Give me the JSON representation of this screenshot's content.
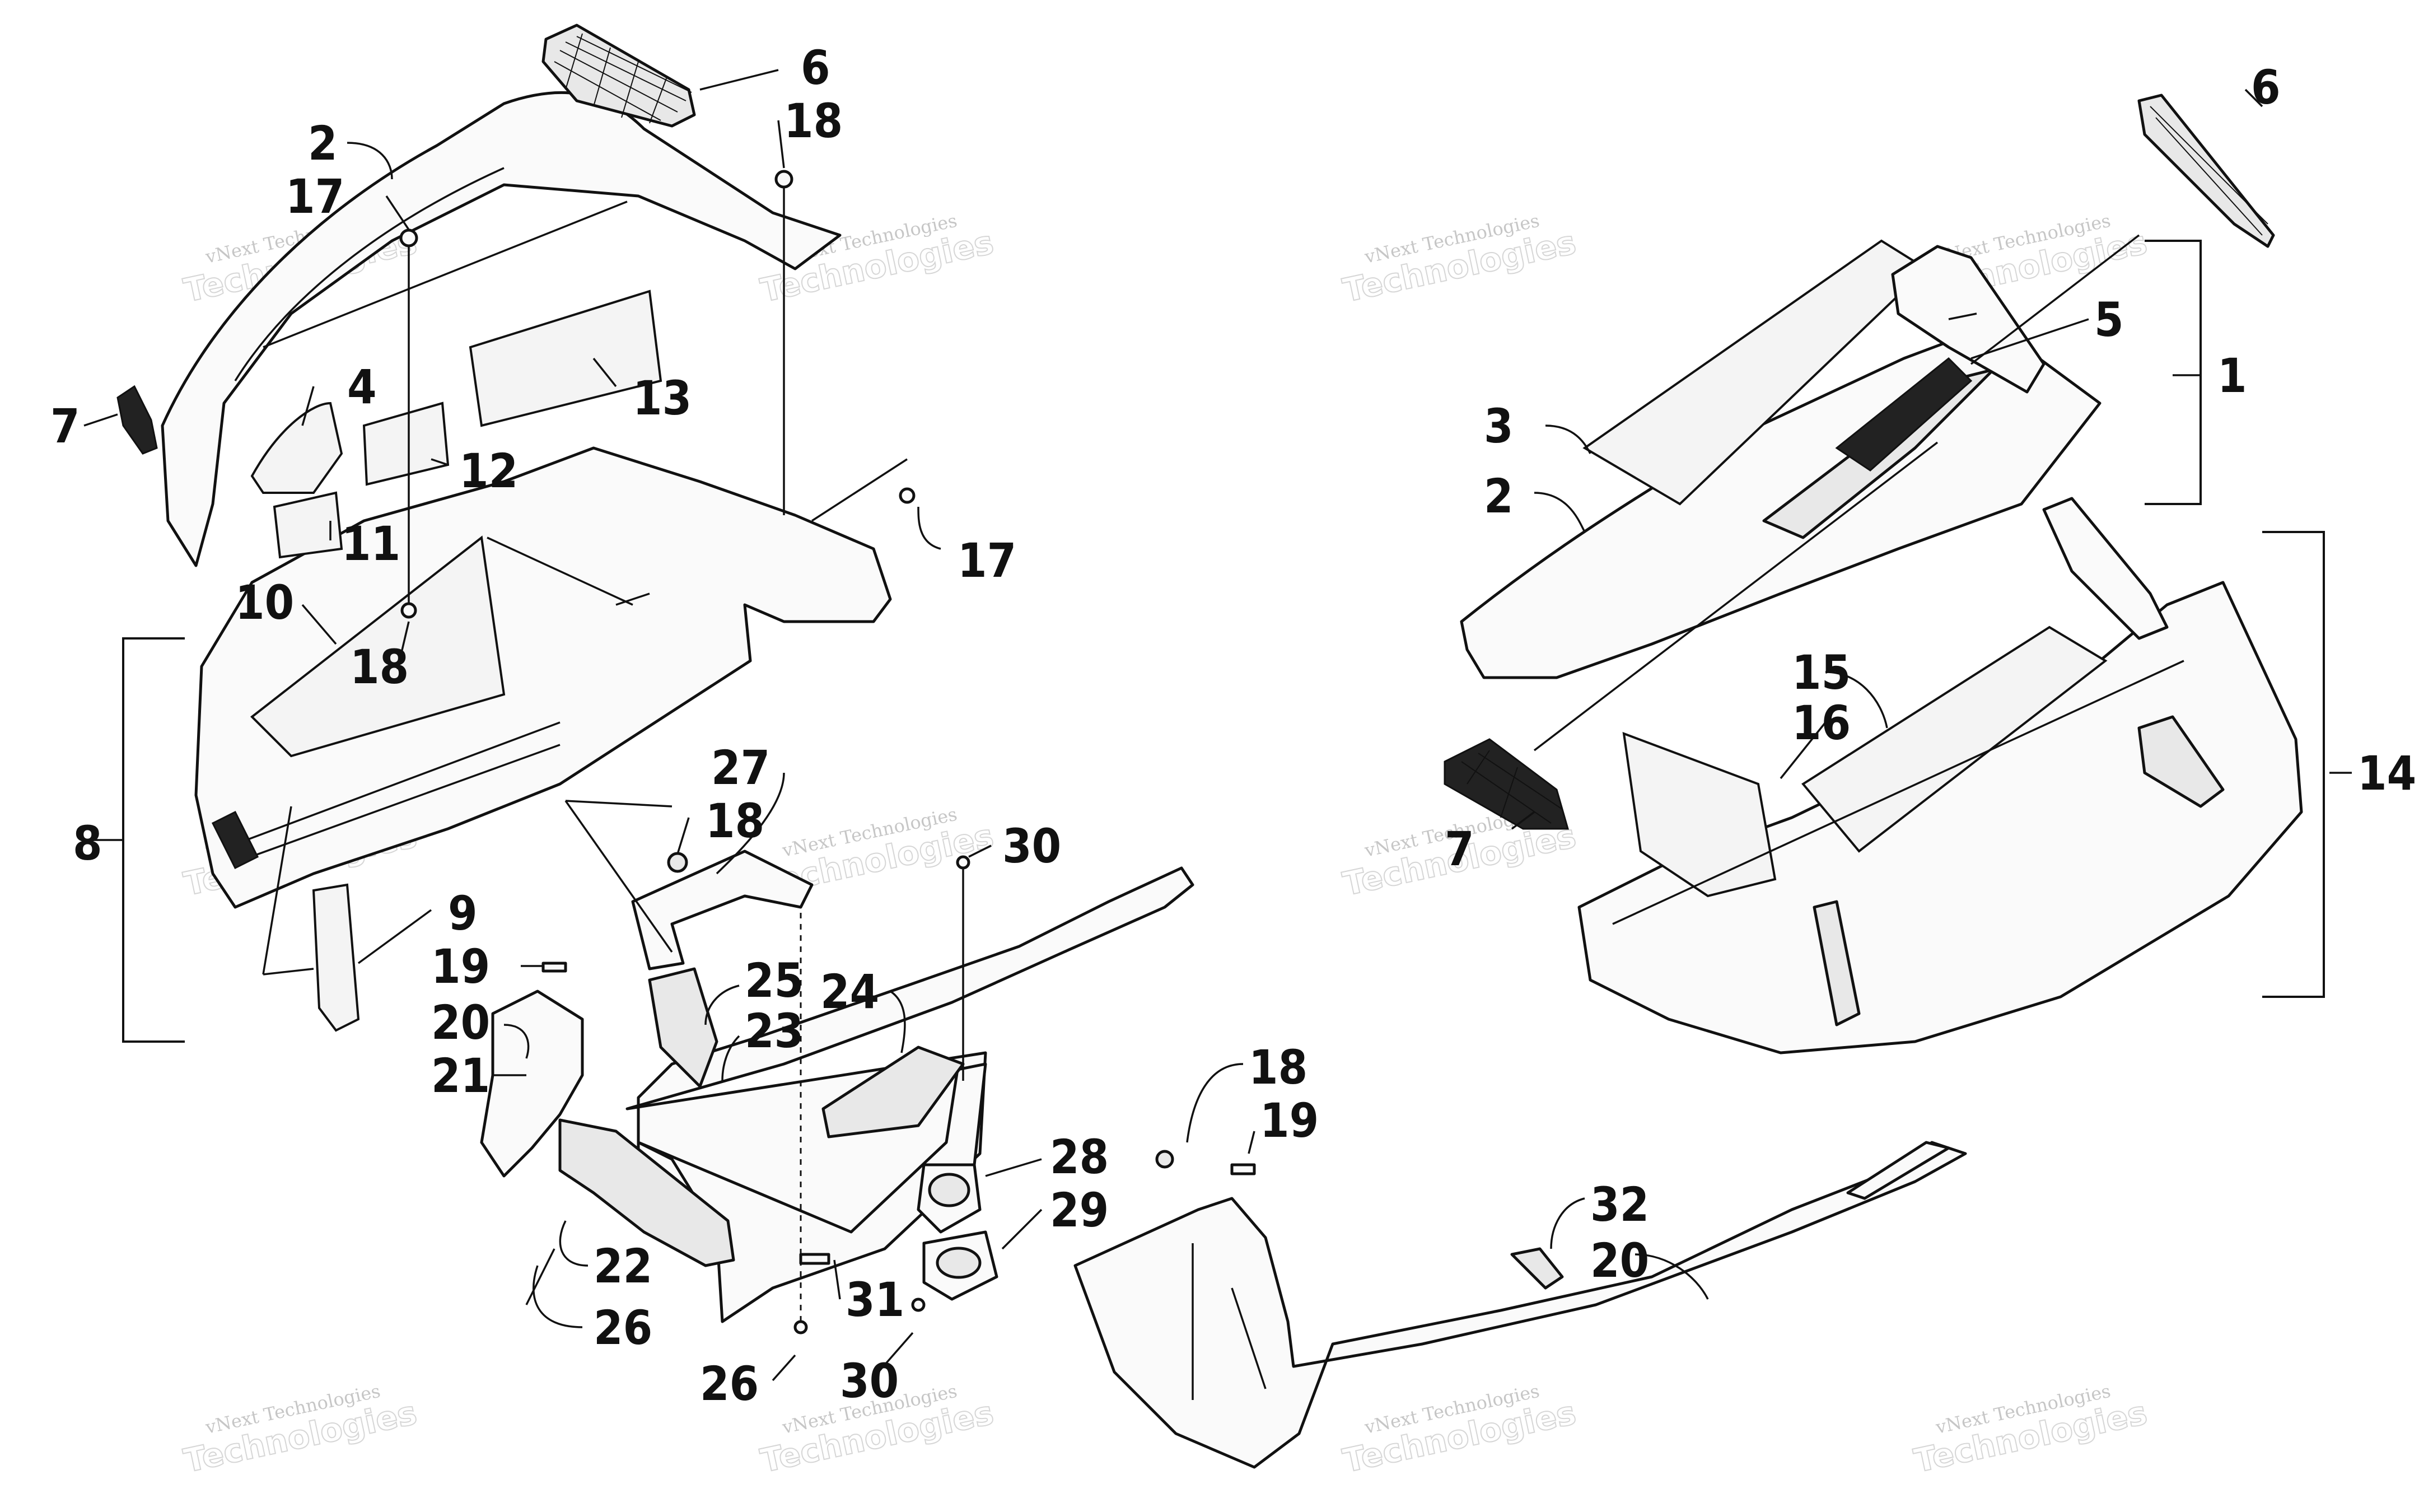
{
  "watermark": {
    "line1": "vNext Technologies",
    "line2": "Technologies"
  },
  "callouts": [
    {
      "id": "c6a",
      "text": "6"
    },
    {
      "id": "c18a",
      "text": "18"
    },
    {
      "id": "c2a",
      "text": "2"
    },
    {
      "id": "c17a",
      "text": "17"
    },
    {
      "id": "c4",
      "text": "4"
    },
    {
      "id": "c13",
      "text": "13"
    },
    {
      "id": "c7a",
      "text": "7"
    },
    {
      "id": "c12",
      "text": "12"
    },
    {
      "id": "c17b",
      "text": "17"
    },
    {
      "id": "c11",
      "text": "11"
    },
    {
      "id": "c10",
      "text": "10"
    },
    {
      "id": "c18b",
      "text": "18"
    },
    {
      "id": "c8",
      "text": "8"
    },
    {
      "id": "c9",
      "text": "9"
    },
    {
      "id": "c27",
      "text": "27"
    },
    {
      "id": "c18c",
      "text": "18"
    },
    {
      "id": "c30a",
      "text": "30"
    },
    {
      "id": "c19a",
      "text": "19"
    },
    {
      "id": "c25",
      "text": "25"
    },
    {
      "id": "c24",
      "text": "24"
    },
    {
      "id": "c20a",
      "text": "20"
    },
    {
      "id": "c23",
      "text": "23"
    },
    {
      "id": "c21",
      "text": "21"
    },
    {
      "id": "c28",
      "text": "28"
    },
    {
      "id": "c29",
      "text": "29"
    },
    {
      "id": "c22",
      "text": "22"
    },
    {
      "id": "c31",
      "text": "31"
    },
    {
      "id": "c26a",
      "text": "26"
    },
    {
      "id": "c26b",
      "text": "26"
    },
    {
      "id": "c30b",
      "text": "30"
    },
    {
      "id": "c6b",
      "text": "6"
    },
    {
      "id": "c5",
      "text": "5"
    },
    {
      "id": "c1",
      "text": "1"
    },
    {
      "id": "c3",
      "text": "3"
    },
    {
      "id": "c2b",
      "text": "2"
    },
    {
      "id": "c15",
      "text": "15"
    },
    {
      "id": "c16",
      "text": "16"
    },
    {
      "id": "c14",
      "text": "14"
    },
    {
      "id": "c7b",
      "text": "7"
    },
    {
      "id": "c18d",
      "text": "18"
    },
    {
      "id": "c19b",
      "text": "19"
    },
    {
      "id": "c32",
      "text": "32"
    },
    {
      "id": "c20b",
      "text": "20"
    }
  ]
}
